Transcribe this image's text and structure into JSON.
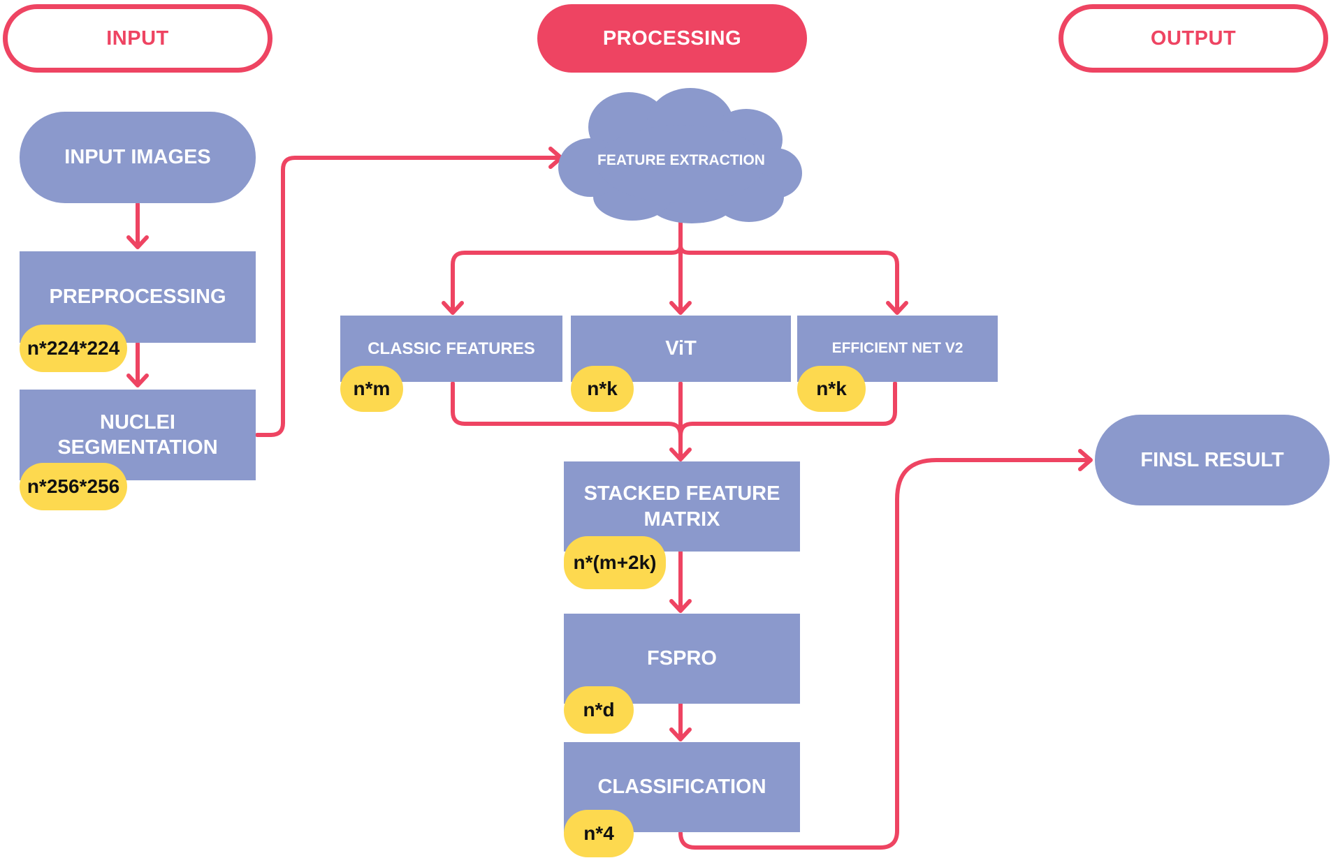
{
  "headers": {
    "input": "INPUT",
    "processing": "PROCESSING",
    "output": "OUTPUT"
  },
  "nodes": {
    "input_images": "INPUT IMAGES",
    "preprocessing": "PREPROCESSING",
    "nuclei_segmentation": [
      "NUCLEI",
      "SEGMENTATION"
    ],
    "feature_extraction": "FEATURE EXTRACTION",
    "classic_features": "CLASSIC FEATURES",
    "vit": "ViT",
    "efficient_net": "EFFICIENT NET V2",
    "stacked_feature_matrix": [
      "STACKED FEATURE",
      "MATRIX"
    ],
    "fspro": "FSPRO",
    "classification": "CLASSIFICATION",
    "final_result": "FINSL RESULT"
  },
  "dimensions": {
    "preprocessing": "n*224*224",
    "nuclei_segmentation": "n*256*256",
    "classic_features": "n*m",
    "vit": "n*k",
    "efficient_net": "n*k",
    "stacked_feature_matrix": "n*(m+2k)",
    "fspro": "n*d",
    "classification": "n*4"
  },
  "colors": {
    "accent": "#ee4462",
    "node": "#8b99cc",
    "tag": "#fdd94f",
    "text_light": "#ffffff",
    "text_dark": "#111111"
  }
}
